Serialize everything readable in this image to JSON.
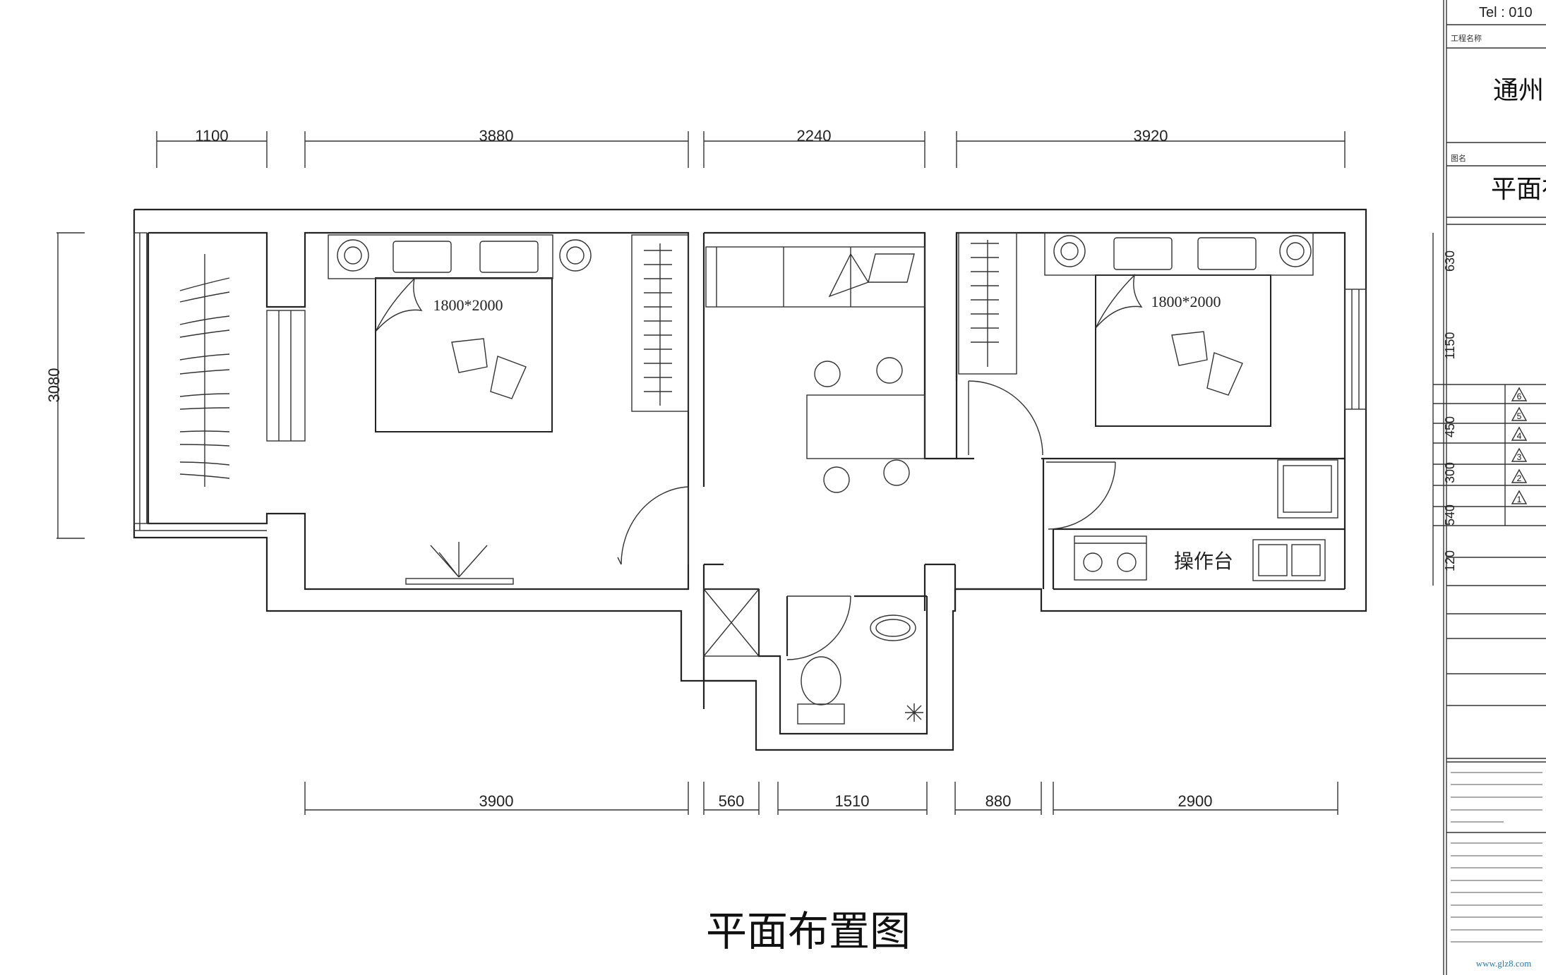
{
  "drawing": {
    "title": "平面布置图",
    "dimensions_top": [
      "1100",
      "3880",
      "2240",
      "3920"
    ],
    "dimensions_bottom": [
      "3900",
      "560",
      "1510",
      "880",
      "2900"
    ],
    "dimension_left": "3080",
    "bed_left_size": "1800*2000",
    "bed_right_size": "1800*2000",
    "kitchen_label": "操作台"
  },
  "title_block": {
    "tel": "Tel : 010",
    "project_name": "通州",
    "drawing_name": "平面布",
    "field_project_label": "工程名称",
    "field_drawing_label": "图名",
    "side_dims": [
      "630",
      "1150",
      "450",
      "300",
      "540",
      "120"
    ],
    "revision_marks": [
      "6",
      "5",
      "4",
      "3",
      "2",
      "1"
    ],
    "watermark": "www.glz8.com"
  }
}
